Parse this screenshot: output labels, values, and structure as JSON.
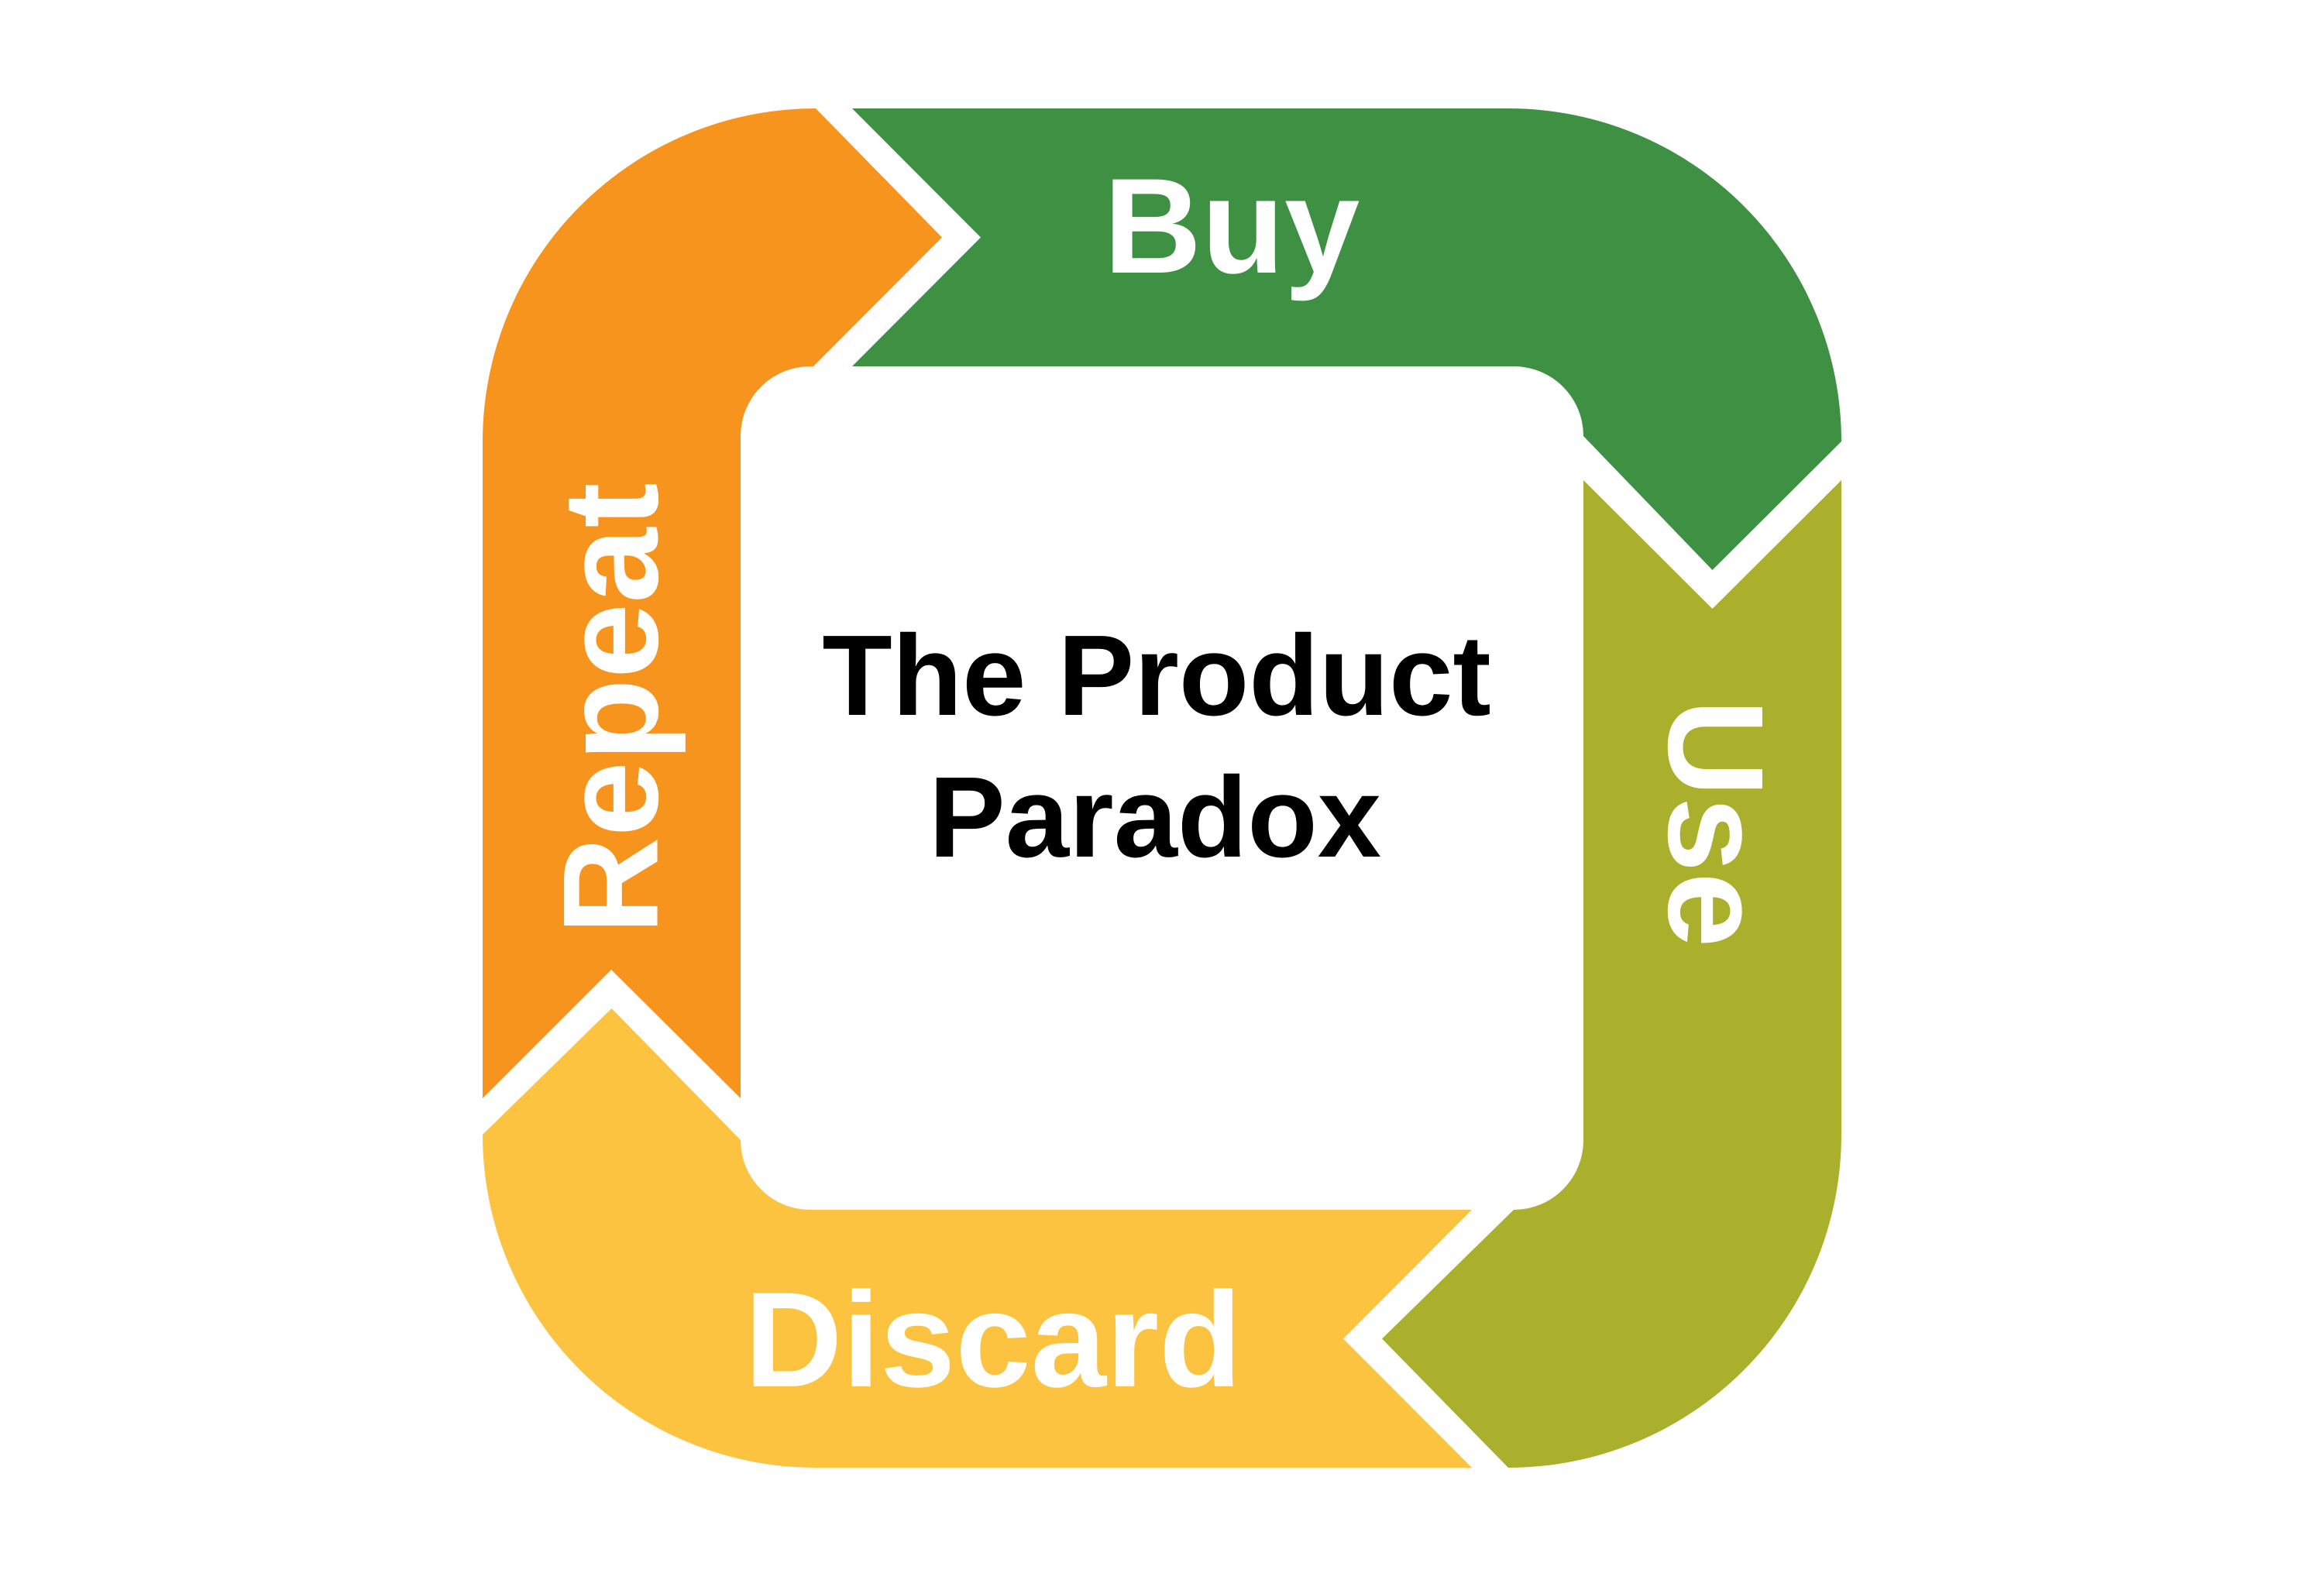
{
  "diagram": {
    "title": "The Product Paradox",
    "type": "cycle",
    "direction": "clockwise",
    "center": {
      "line1": "The Product",
      "line2": "Paradox",
      "text_color": "#000000"
    },
    "steps": [
      {
        "order": 1,
        "label": "Buy",
        "position": "top",
        "color": "#3E9142",
        "arrow_points": "down-at-top-right"
      },
      {
        "order": 2,
        "label": "Use",
        "position": "right",
        "color": "#ABB02C",
        "arrow_points": "left-at-bottom-right"
      },
      {
        "order": 3,
        "label": "Discard",
        "position": "bottom",
        "color": "#FBC340",
        "arrow_points": "up-at-bottom-left"
      },
      {
        "order": 4,
        "label": "Repeat",
        "position": "left",
        "color": "#F7941D",
        "arrow_points": "right-at-top-left"
      }
    ],
    "label_color": "#FFFFFF",
    "background": "#FFFFFF"
  }
}
